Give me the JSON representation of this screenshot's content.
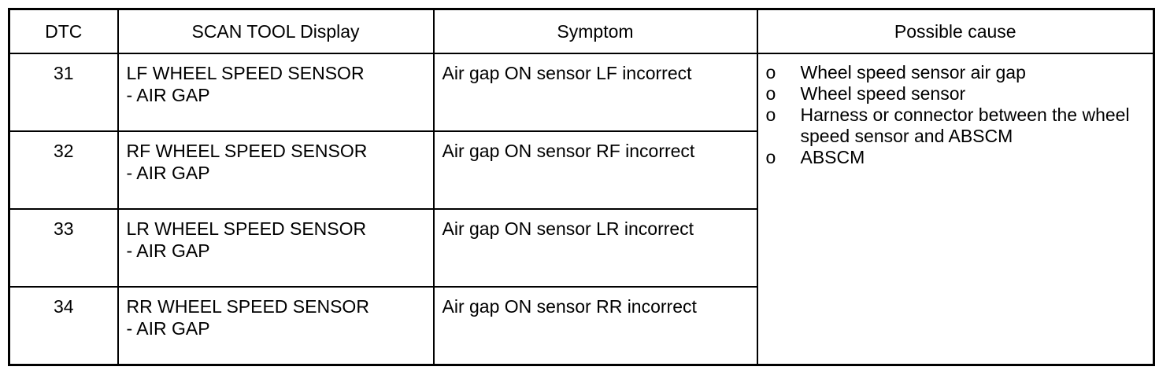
{
  "table": {
    "headers": [
      "DTC",
      "SCAN TOOL Display",
      "Symptom",
      "Possible cause"
    ],
    "rows": [
      {
        "dtc": "31",
        "display_line1": "LF WHEEL SPEED SENSOR",
        "display_line2": "- AIR GAP",
        "symptom": "Air gap ON sensor LF incorrect"
      },
      {
        "dtc": "32",
        "display_line1": "RF WHEEL SPEED SENSOR",
        "display_line2": "- AIR GAP",
        "symptom": "Air gap ON sensor RF incorrect"
      },
      {
        "dtc": "33",
        "display_line1": "LR WHEEL SPEED SENSOR",
        "display_line2": "- AIR GAP",
        "symptom": "Air gap ON sensor LR incorrect"
      },
      {
        "dtc": "34",
        "display_line1": "RR WHEEL SPEED SENSOR",
        "display_line2": "- AIR GAP",
        "symptom": "Air gap ON sensor RR incorrect"
      }
    ],
    "possible_causes": {
      "bullet": "o",
      "items": [
        "Wheel speed sensor air gap",
        "Wheel speed sensor",
        "Harness or connector between the wheel speed sensor and ABSCM",
        "ABSCM"
      ]
    }
  }
}
